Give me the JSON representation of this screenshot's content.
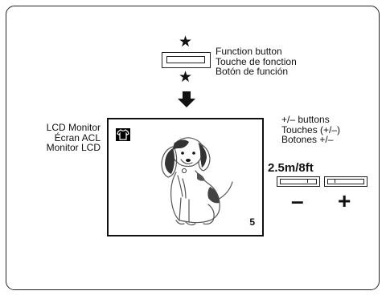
{
  "function_button": {
    "lines": [
      "Function button",
      "Touche de fonction",
      "Botón de función"
    ]
  },
  "lcd_monitor": {
    "lines": [
      "LCD Monitor",
      "Écran ACL",
      "Monitor LCD"
    ],
    "number": "5"
  },
  "pm_buttons": {
    "lines": [
      "+/– buttons",
      "Touches (+/–)",
      "Botones +/–"
    ]
  },
  "distance": "2.5m/8ft",
  "signs": {
    "minus": "–",
    "plus": "+"
  },
  "icons": {
    "star": "star-icon",
    "arrow": "down-arrow-icon",
    "shirt": "shirt-icon",
    "dog": "dog-illustration"
  }
}
